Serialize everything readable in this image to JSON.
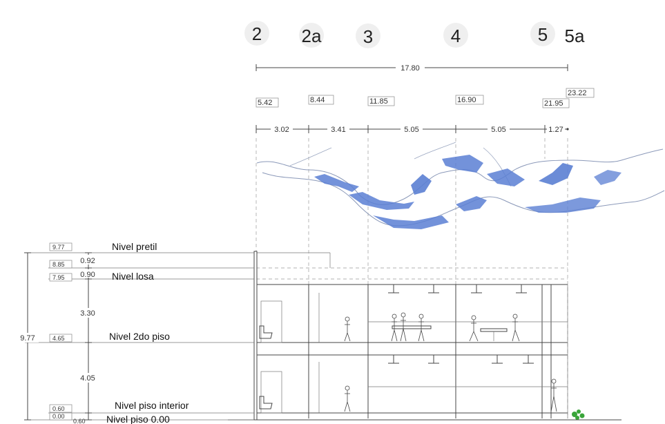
{
  "grid_axes": [
    {
      "label": "2"
    },
    {
      "label": "2a"
    },
    {
      "label": "3"
    },
    {
      "label": "4"
    },
    {
      "label": "5"
    },
    {
      "label": "5a"
    }
  ],
  "total_dimension": "17.80",
  "station_marks": [
    {
      "label": "5.42"
    },
    {
      "label": "8.44"
    },
    {
      "label": "11.85"
    },
    {
      "label": "16.90"
    },
    {
      "label": "21.95"
    },
    {
      "label": "23.22"
    }
  ],
  "bay_dimensions": [
    {
      "label": "3.02"
    },
    {
      "label": "3.41"
    },
    {
      "label": "5.05"
    },
    {
      "label": "5.05"
    },
    {
      "label": "1.27"
    }
  ],
  "levels": [
    {
      "name": "Nivel pretil",
      "elevation": "9.77"
    },
    {
      "name": "",
      "elevation": "8.85"
    },
    {
      "name": "Nivel losa",
      "elevation": "7.95"
    },
    {
      "name": "Nivel 2do piso",
      "elevation": "4.65"
    },
    {
      "name": "Nivel piso interior",
      "elevation": "0.60"
    },
    {
      "name": "Nivel piso 0.00",
      "elevation": "0.00"
    }
  ],
  "vertical_dimensions": [
    {
      "label": "0.92"
    },
    {
      "label": "0.90"
    },
    {
      "label": "3.30"
    },
    {
      "label": "4.05"
    },
    {
      "label": "0.60"
    }
  ],
  "total_height": "9.77",
  "colors": {
    "tree_fill": "#5b7fd3",
    "tree_line": "#8a98b8",
    "plant": "#3aa53a"
  }
}
